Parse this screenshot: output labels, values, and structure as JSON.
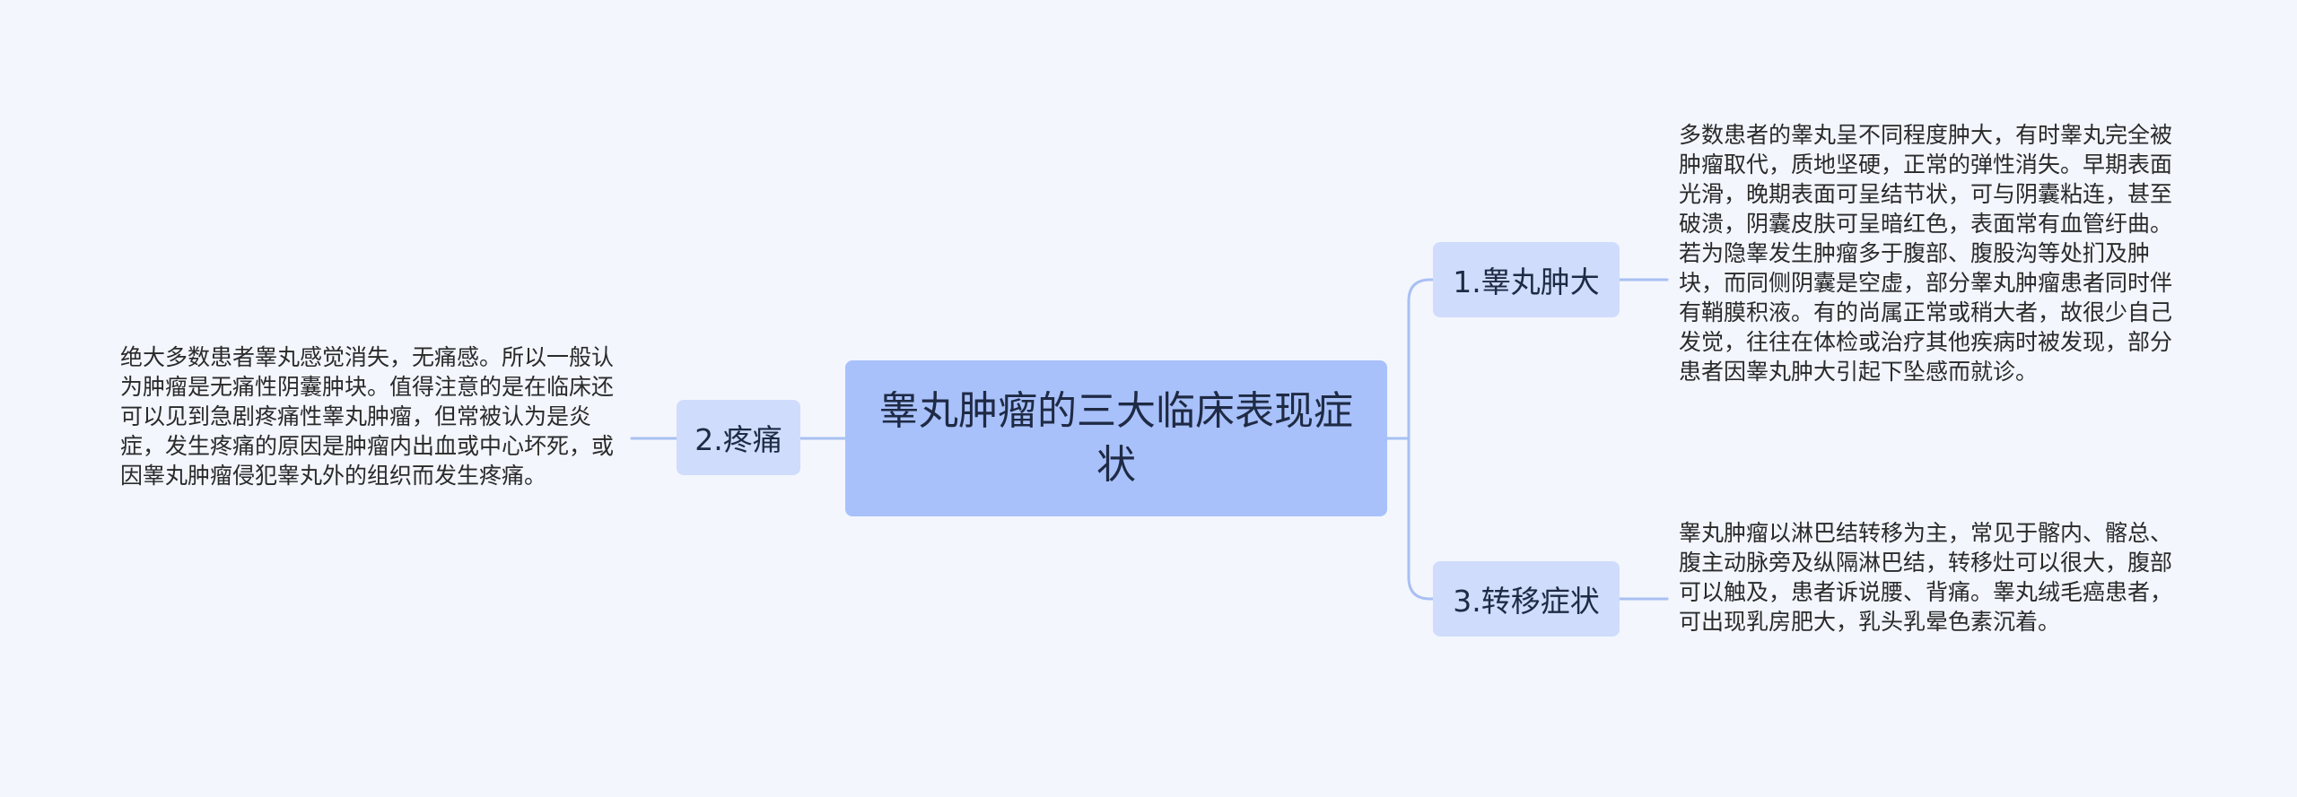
{
  "mindmap": {
    "root": "睾丸肿瘤的三大临床表现症状",
    "branches": [
      {
        "label": "1.睾丸肿大",
        "detail": "多数患者的睾丸呈不同程度肿大，有时睾丸完全被肿瘤取代，质地坚硬，正常的弹性消失。早期表面光滑，晚期表面可呈结节状，可与阴囊粘连，甚至破溃，阴囊皮肤可呈暗红色，表面常有血管纡曲。若为隐睾发生肿瘤多于腹部、腹股沟等处扪及肿块，而同侧阴囊是空虚，部分睾丸肿瘤患者同时伴有鞘膜积液。有的尚属正常或稍大者，故很少自己发觉，往往在体检或治疗其他疾病时被发现，部分患者因睾丸肿大引起下坠感而就诊。"
      },
      {
        "label": "2.疼痛",
        "detail": "绝大多数患者睾丸感觉消失，无痛感。所以一般认为肿瘤是无痛性阴囊肿块。值得注意的是在临床还可以见到急剧疼痛性睾丸肿瘤，但常被认为是炎症，发生疼痛的原因是肿瘤内出血或中心坏死，或因睾丸肿瘤侵犯睾丸外的组织而发生疼痛。"
      },
      {
        "label": "3.转移症状",
        "detail": "睾丸肿瘤以淋巴结转移为主，常见于髂内、髂总、腹主动脉旁及纵隔淋巴结，转移灶可以很大，腹部可以触及，患者诉说腰、背痛。睾丸绒毛癌患者，可出现乳房肥大，乳头乳晕色素沉着。"
      }
    ]
  },
  "colors": {
    "background": "#f3f6fd",
    "root_fill": "#a8c1fb",
    "branch_fill": "#cfdcfc",
    "connector": "#a9c0f2"
  }
}
